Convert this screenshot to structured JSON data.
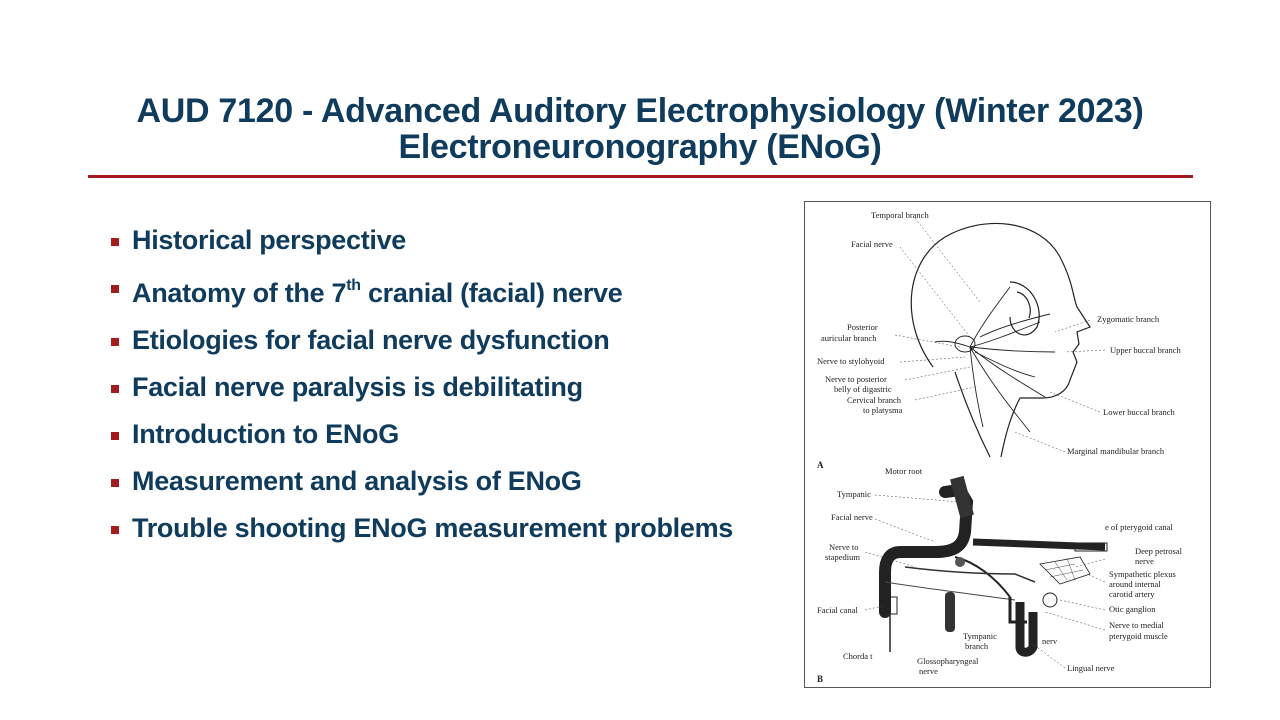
{
  "title": {
    "line1": "AUD 7120 - Advanced Auditory Electrophysiology (Winter 2023)",
    "line2": "Electroneuronography (ENoG)"
  },
  "bullets": [
    {
      "text": "Historical perspective"
    },
    {
      "text_before": "Anatomy of the 7",
      "sup": "th",
      "text_after": " cranial (facial) nerve"
    },
    {
      "text": "Etiologies for facial nerve dysfunction"
    },
    {
      "text": "Facial nerve paralysis is debilitating"
    },
    {
      "text": "Introduction to ENoG"
    },
    {
      "text": "Measurement and analysis of ENoG"
    },
    {
      "text": "Trouble shooting ENoG measurement problems"
    }
  ],
  "colors": {
    "title": "#0f3b5c",
    "accent": "#a31b1f"
  },
  "figure": {
    "panel_a": {
      "marker": "A",
      "labels": {
        "temporal": "Temporal branch",
        "facial": "Facial nerve",
        "posterior1": "Posterior",
        "posterior2": "auricular branch",
        "stylohyoid": "Nerve to stylohyoid",
        "digastric1": "Nerve to posterior",
        "digastric2": "belly of digastric",
        "cervical1": "Cervical branch",
        "cervical2": "to platysma",
        "zygomatic": "Zygomatic branch",
        "upper_buccal": "Upper buccal branch",
        "lower_buccal": "Lower buccal branch",
        "marginal": "Marginal mandibular branch"
      }
    },
    "panel_b": {
      "marker": "B",
      "labels": {
        "motor_root": "Motor root",
        "tympanic": "Tympanic",
        "facial_nerve": "Facial nerve",
        "pterygoid_canal": "e of pterygoid canal",
        "stapedium1": "Nerve to",
        "stapedium2": "stapedium",
        "petrosal1": "Deep petrosal",
        "petrosal2": "nerve",
        "sympathetic1": "Sympathetic plexus",
        "sympathetic2": "around internal",
        "sympathetic3": "carotid artery",
        "facial_canal": "Facial canal",
        "otic": "Otic ganglion",
        "medial1": "Nerve to medial",
        "medial2": "pterygoid muscle",
        "tympanic_branch1": "Tympanic",
        "tympanic_branch2": "branch",
        "nerv": "nerv",
        "chorda": "Chorda t",
        "glosso1": "Glossopharyngeal",
        "glosso2": "nerve",
        "lingual": "Lingual nerve"
      }
    }
  }
}
